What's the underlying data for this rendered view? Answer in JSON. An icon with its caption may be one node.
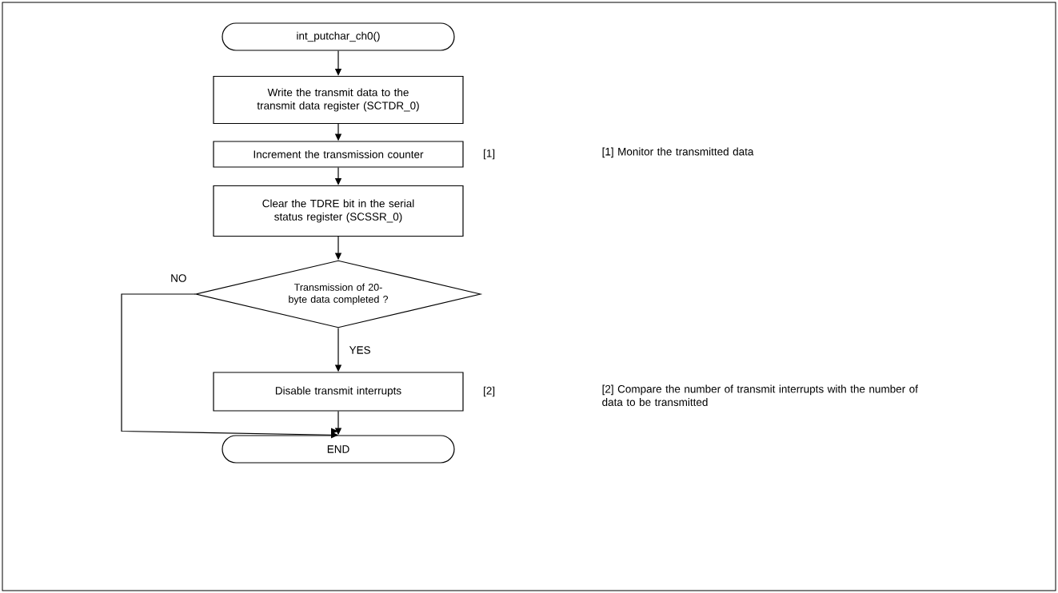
{
  "diagram": {
    "nodes": [
      {
        "text": [
          "int_putchar_ch0()"
        ]
      },
      {
        "text": [
          "Write the transmit data to the transmit data register (SCTDR_0)"
        ]
      },
      {
        "text": [
          "Increment the transmission counter"
        ],
        "beside": [
          "[1]"
        ]
      },
      {
        "text": [
          "Clear the TDRE bit in the serial status register (SCSSR_0)"
        ]
      },
      {
        "text": [
          "Transmission of 20-byte data completed ?"
        ]
      },
      {
        "text": [
          "Disable transmit interrupts"
        ],
        "beside": [
          "[2]"
        ]
      },
      {
        "text": [
          "END"
        ]
      }
    ],
    "edges": [
      {
        "from": 0,
        "to": 1,
        "arrow": "to"
      },
      {
        "from": 1,
        "to": 2,
        "arrow": "to"
      },
      {
        "from": 2,
        "to": 3,
        "arrow": "to"
      },
      {
        "from": 3,
        "to": 4,
        "arrow": "to"
      },
      {
        "from": 4,
        "to": 5,
        "arrow": "to",
        "label": "YES"
      },
      {
        "from": 5,
        "to": 6,
        "arrow": "to"
      },
      {
        "from": 4,
        "to": 6,
        "arrow": "to",
        "label": "NO"
      }
    ],
    "labels": [
      "[1]  Monitor the transmitted data",
      "[2]  Compare the number of transmit interrupts with the number of data to be transmitted"
    ]
  }
}
